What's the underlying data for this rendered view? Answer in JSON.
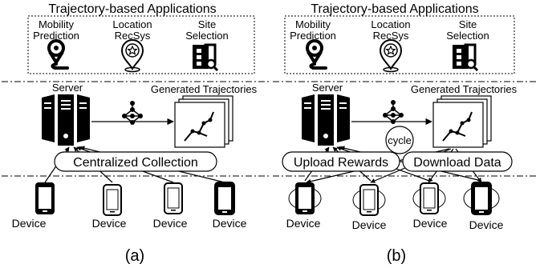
{
  "panel_a": {
    "apps_title": "Trajectory-based Applications",
    "app_mobility_line1": "Mobility",
    "app_mobility_line2": "Prediction",
    "app_location_line1": "Location",
    "app_location_line2": "RecSys",
    "app_site_line1": "Site",
    "app_site_line2": "Selection",
    "server_label": "Server",
    "generated_label": "Generated Trajectories",
    "collection_label": "Centralized Collection",
    "device_labels": [
      "Device",
      "Device",
      "Device",
      "Device"
    ],
    "caption": "(a)"
  },
  "panel_b": {
    "apps_title": "Trajectory-based Applications",
    "app_mobility_line1": "Mobility",
    "app_mobility_line2": "Prediction",
    "app_location_line1": "Location",
    "app_location_line2": "RecSys",
    "app_site_line1": "Site",
    "app_site_line2": "Selection",
    "server_label": "Server",
    "generated_label": "Generated Trajectories",
    "cycle_label": "cycle",
    "upload_label": "Upload Rewards",
    "download_label": "Download Data",
    "device_labels": [
      "Device",
      "Device",
      "Device",
      "Device"
    ],
    "caption": "(b)"
  }
}
